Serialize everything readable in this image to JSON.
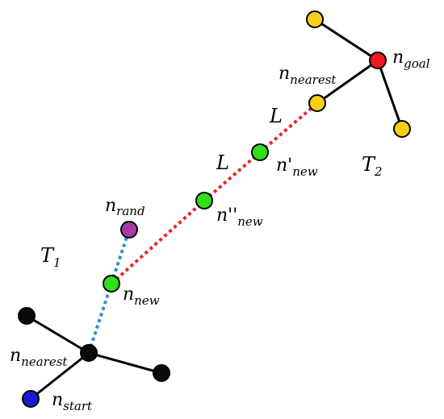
{
  "colors": {
    "background": "#ffffff",
    "edge": "#000000",
    "dotted_red": "#e8262b",
    "dotted_blue": "#2c8fd1",
    "black_node": "#0a0a0a",
    "start_node": "#1b1bd6",
    "goal_node": "#ee1a1a",
    "tree2_node": "#f5d015",
    "new_node": "#2ee01a",
    "rand_node": "#a33aa8"
  },
  "labels": {
    "n_nearest_1": {
      "base": "n",
      "sub": "nearest"
    },
    "n_start": {
      "base": "n",
      "sub": "start"
    },
    "n_new": {
      "base": "n",
      "sub": "new"
    },
    "n_rand": {
      "base": "n",
      "sub": "rand"
    },
    "n_new_2": {
      "base": "n''",
      "sub": "new"
    },
    "n_new_1": {
      "base": "n'",
      "sub": "new"
    },
    "n_nearest_2": {
      "base": "n",
      "sub": "nearest"
    },
    "n_goal": {
      "base": "n",
      "sub": "goal"
    },
    "T1": {
      "base": "T",
      "sub": "1"
    },
    "T2": {
      "base": "T",
      "sub": "2"
    },
    "L_upper": "L",
    "L_lower": "L"
  }
}
